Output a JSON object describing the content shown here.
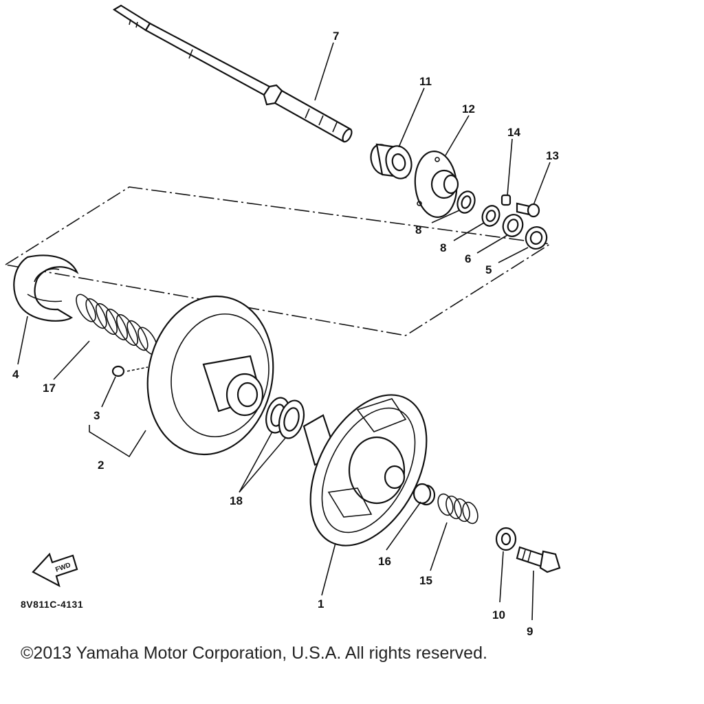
{
  "diagram": {
    "drawing_code": "8V811C-4131",
    "fwd_marker": "FWD",
    "parts": [
      {
        "id": "1",
        "label": "1"
      },
      {
        "id": "2",
        "label": "2"
      },
      {
        "id": "3",
        "label": "3"
      },
      {
        "id": "4",
        "label": "4"
      },
      {
        "id": "5",
        "label": "5"
      },
      {
        "id": "6",
        "label": "6"
      },
      {
        "id": "7",
        "label": "7"
      },
      {
        "id": "8a",
        "label": "8"
      },
      {
        "id": "8b",
        "label": "8"
      },
      {
        "id": "9",
        "label": "9"
      },
      {
        "id": "10",
        "label": "10"
      },
      {
        "id": "11",
        "label": "11"
      },
      {
        "id": "12",
        "label": "12"
      },
      {
        "id": "13",
        "label": "13"
      },
      {
        "id": "14",
        "label": "14"
      },
      {
        "id": "15",
        "label": "15"
      },
      {
        "id": "16",
        "label": "16"
      },
      {
        "id": "17",
        "label": "17"
      },
      {
        "id": "18",
        "label": "18"
      }
    ]
  },
  "footer": {
    "copyright": "©2013 Yamaha Motor Corporation, U.S.A. All rights reserved."
  }
}
